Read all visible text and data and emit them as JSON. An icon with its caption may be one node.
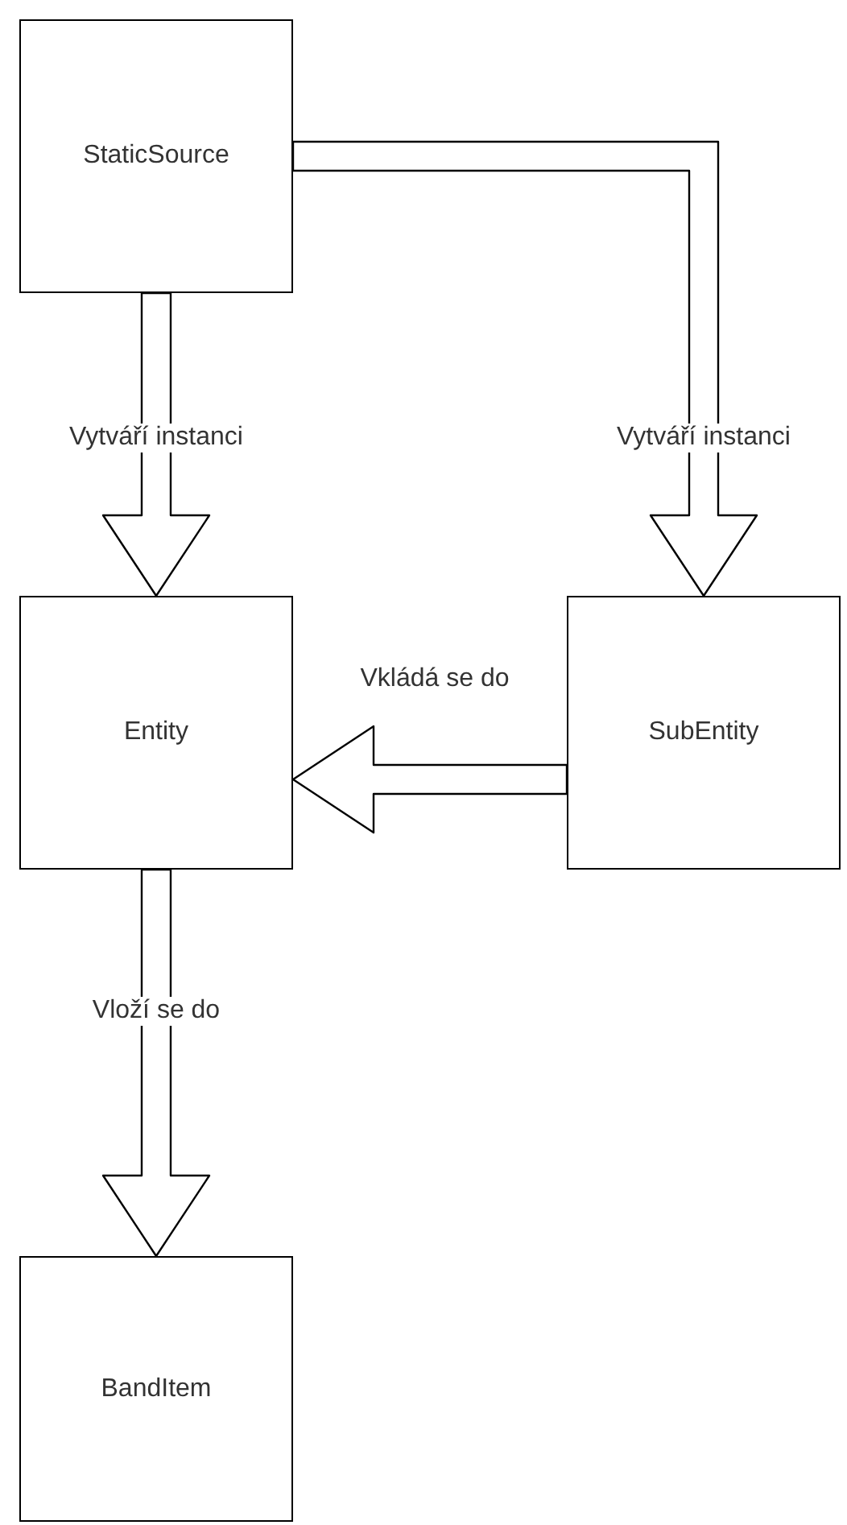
{
  "diagram": {
    "nodes": [
      {
        "text": [
          "StaticSource"
        ]
      },
      {
        "text": [
          "Entity"
        ]
      },
      {
        "text": [
          "SubEntity"
        ]
      },
      {
        "text": [
          "BandItem"
        ]
      }
    ],
    "edges": [
      {
        "from": 0,
        "to": 1,
        "arrow": "to",
        "label": "Vytváří instanci"
      },
      {
        "from": 0,
        "to": 2,
        "arrow": "to",
        "label": "Vytváří instanci"
      },
      {
        "from": 2,
        "to": 1,
        "arrow": "to",
        "label": "Vkládá se do"
      },
      {
        "from": 1,
        "to": 3,
        "arrow": "to",
        "label": "Vloží se do"
      }
    ]
  }
}
